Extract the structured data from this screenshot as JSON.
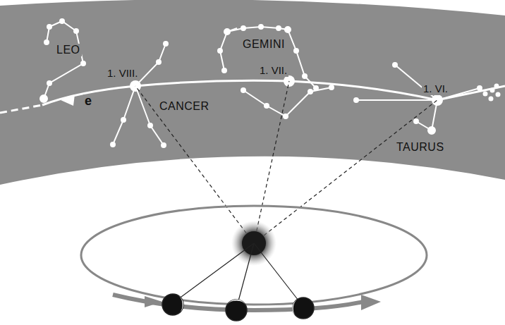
{
  "diagram": {
    "labels": [
      "LEO",
      "GEMINI",
      "1. VIII.",
      "1. VII.",
      "CANCER",
      "1. VI.",
      "TAURUS",
      "e"
    ]
  }
}
